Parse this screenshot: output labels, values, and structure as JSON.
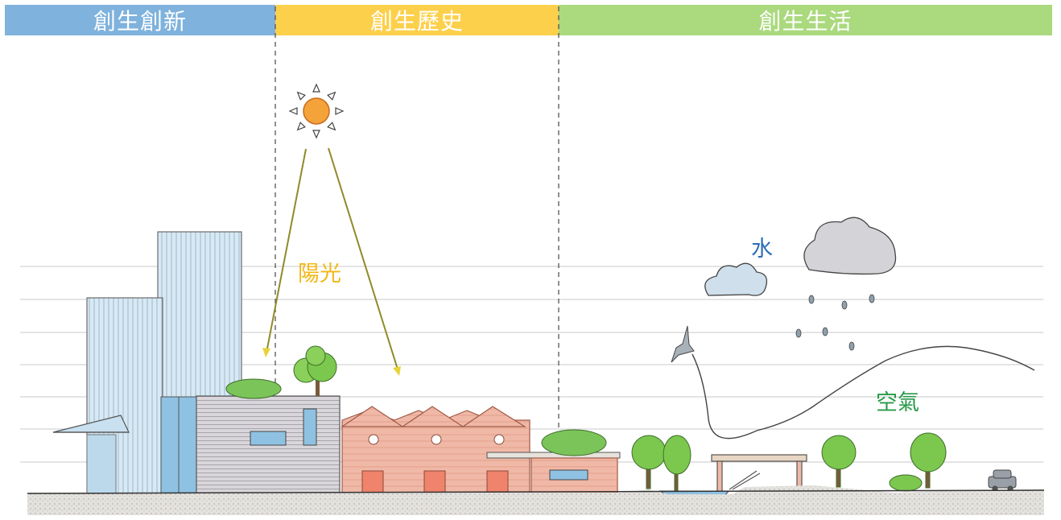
{
  "bands": [
    {
      "label": "創生創新",
      "color": "#7fb2dc"
    },
    {
      "label": "創生歷史",
      "color": "#fdd04c"
    },
    {
      "label": "創生生活",
      "color": "#aad97e"
    }
  ],
  "labels": {
    "sunlight": "陽光",
    "water": "水",
    "air": "空氣"
  },
  "colors": {
    "sunlight": "#f2b816",
    "water": "#2b6cb6",
    "air": "#2a9a4a"
  }
}
